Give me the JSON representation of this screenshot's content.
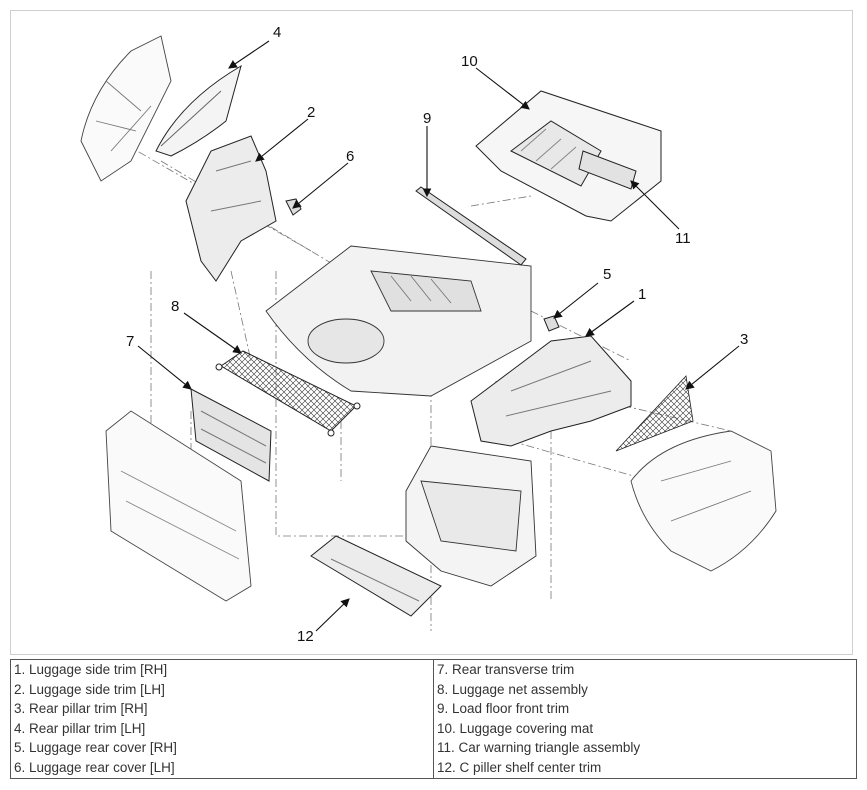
{
  "callouts": {
    "c1": "1",
    "c2": "2",
    "c3": "3",
    "c4": "4",
    "c5": "5",
    "c6": "6",
    "c7": "7",
    "c8": "8",
    "c9": "9",
    "c10": "10",
    "c11": "11",
    "c12": "12"
  },
  "legend": {
    "left": [
      "1. Luggage side trim [RH]",
      "2. Luggage side trim [LH]",
      "3. Rear pillar trim [RH]",
      "4. Rear pillar trim [LH]",
      "5. Luggage rear cover [RH]",
      "6. Luggage rear cover [LH]"
    ],
    "right": [
      "7. Rear transverse trim",
      "8. Luggage net assembly",
      "9. Load floor front trim",
      "10. Luggage covering mat",
      "11. Car warning triangle assembly",
      "12. C piller shelf center trim"
    ]
  }
}
